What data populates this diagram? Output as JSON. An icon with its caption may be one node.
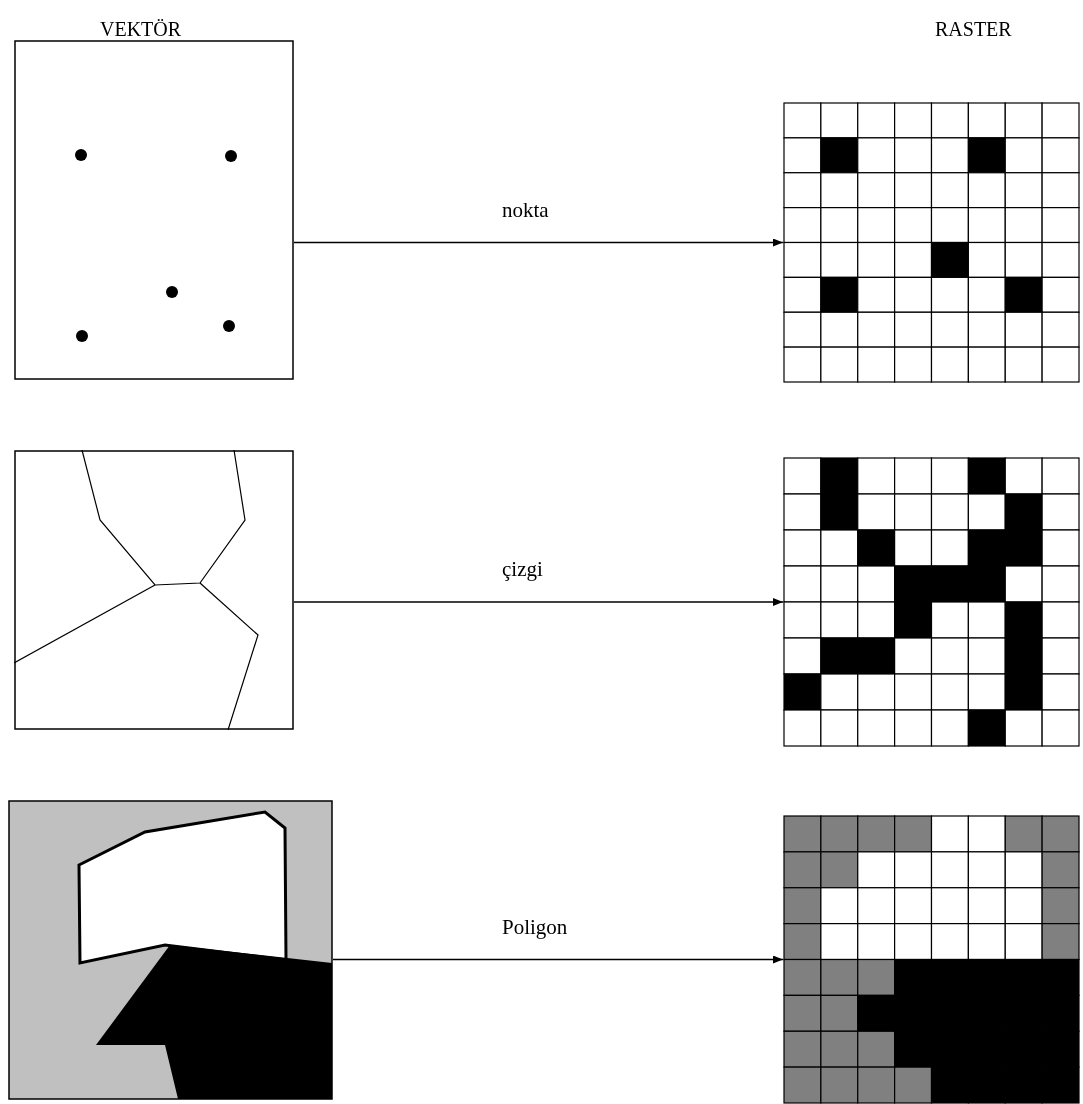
{
  "diagram": {
    "nodes": [
      {
        "text": [],
        "shape": "picture"
      },
      {
        "text": [],
        "shape": "picture"
      },
      {
        "text": [],
        "shape": "picture"
      },
      {
        "text": [],
        "shape": "picture"
      },
      {
        "text": [],
        "shape": "picture"
      },
      {
        "text": [],
        "shape": "picture"
      }
    ],
    "edges": [
      {
        "from": 0,
        "to": 1,
        "arrow": "to",
        "label": "nokta"
      },
      {
        "from": 2,
        "to": 3,
        "arrow": "to",
        "label": "çizgi"
      },
      {
        "from": 4,
        "to": 5,
        "arrow": "to",
        "label": "Poligon"
      }
    ],
    "labels": [
      "VEKTÖR",
      "RASTER"
    ]
  }
}
